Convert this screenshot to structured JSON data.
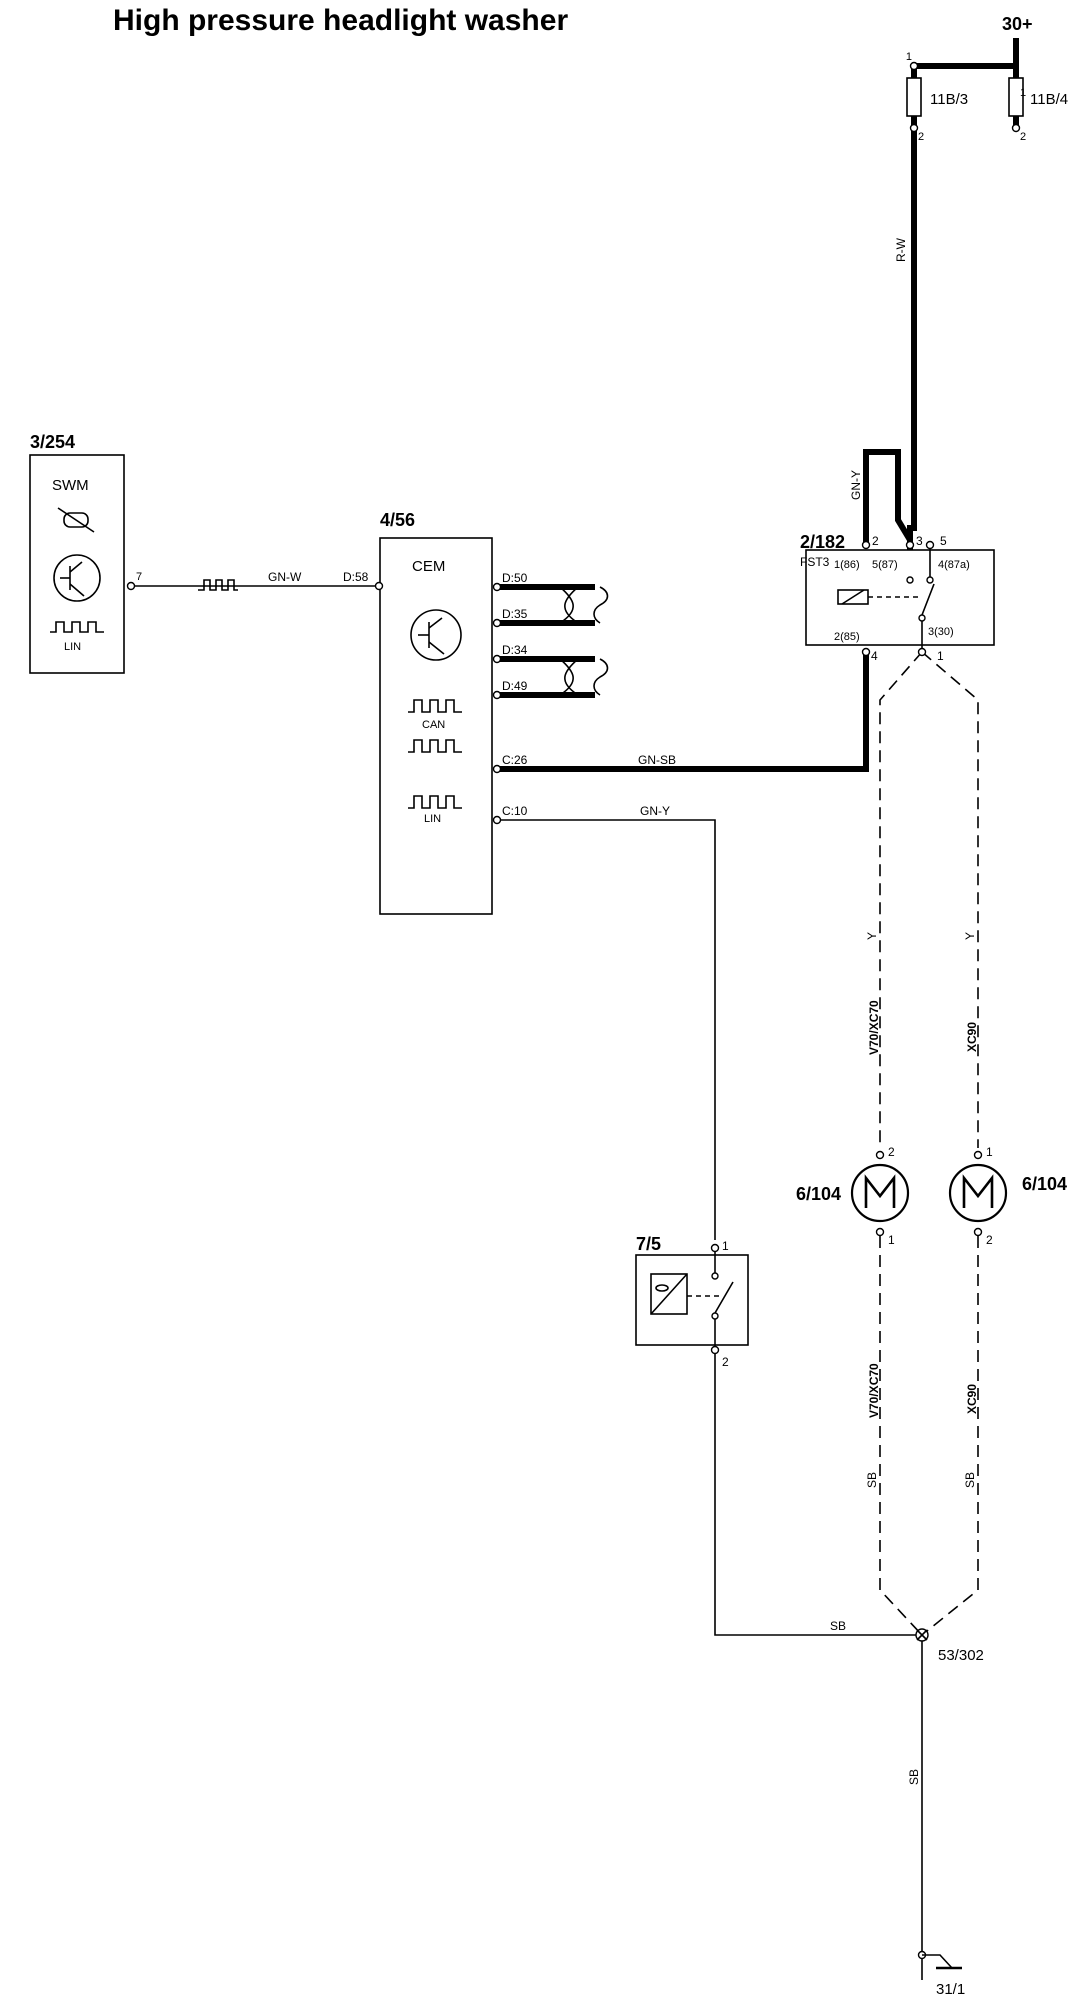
{
  "title": "High pressure headlight washer",
  "supply": {
    "label": "30+",
    "fuse_a": {
      "label": "11B/3",
      "pin_top": "1",
      "pin_bottom": "2"
    },
    "fuse_b": {
      "label": "11B/4",
      "pin_top": "1",
      "pin_bottom": "2"
    }
  },
  "swm": {
    "id": "3/254",
    "name": "SWM",
    "pin": "7",
    "bus_label": "LIN"
  },
  "cem": {
    "id": "4/56",
    "name": "CEM",
    "pins": {
      "d58": "D:58",
      "d50": "D:50",
      "d35": "D:35",
      "d34": "D:34",
      "d49": "D:49",
      "c26": "C:26",
      "c10": "C:10"
    },
    "can_label": "CAN",
    "lin_label": "LIN"
  },
  "relay": {
    "id": "2/182",
    "name": "FST3",
    "pin_labels": {
      "top_2": "2",
      "top_3": "3",
      "top_5": "5",
      "p86": "1(86)",
      "p87": "5(87)",
      "p87a": "4(87a)",
      "p85": "2(85)",
      "p30": "3(30)",
      "bottom_4": "4",
      "bottom_1": "1"
    }
  },
  "pump_left": {
    "id": "6/104",
    "pin_top": "2",
    "pin_bottom": "1"
  },
  "pump_right": {
    "id": "6/104",
    "pin_top": "1",
    "pin_bottom": "2"
  },
  "switch": {
    "id": "7/5",
    "pin_top": "1",
    "pin_bottom": "2"
  },
  "splice": {
    "id": "53/302"
  },
  "ground": {
    "id": "31/1"
  },
  "wires": {
    "rw": "R-W",
    "gny_top": "GN-Y",
    "gnw": "GN-W",
    "gnsb": "GN-SB",
    "gny": "GN-Y",
    "y_left": "Y",
    "y_right": "Y",
    "sb_left": "SB",
    "sb_right": "SB",
    "sb_switch": "SB",
    "sb_ground": "SB"
  },
  "variants": {
    "left_top": "V70/XC70",
    "right_top": "XC90",
    "left_bottom": "V70/XC70",
    "right_bottom": "XC90"
  }
}
